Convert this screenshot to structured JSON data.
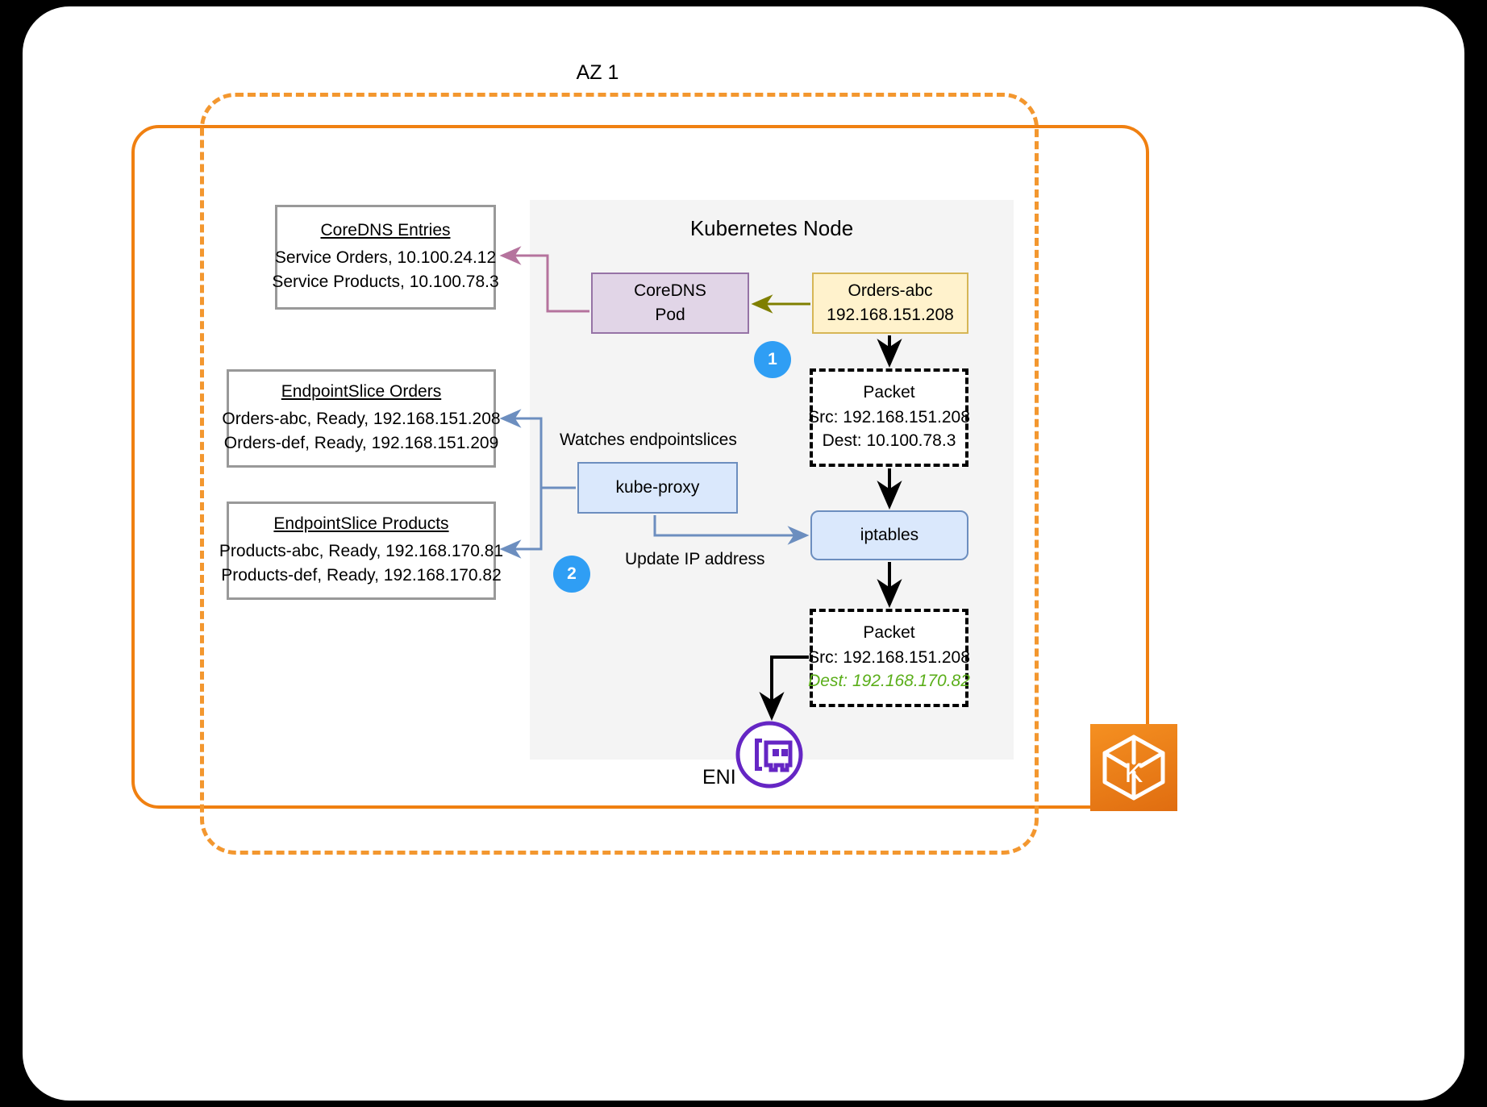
{
  "diagram": {
    "az_label": "AZ 1",
    "node_title": "Kubernetes Node"
  },
  "boxes": {
    "coredns_entries": {
      "title": "CoreDNS Entries",
      "lines": [
        "Service Orders, 10.100.24.12",
        "Service Products, 10.100.78.3"
      ]
    },
    "endpointslice_orders": {
      "title": "EndpointSlice Orders",
      "lines": [
        "Orders-abc, Ready, 192.168.151.208",
        "Orders-def, Ready, 192.168.151.209"
      ]
    },
    "endpointslice_products": {
      "title": "EndpointSlice Products",
      "lines": [
        "Products-abc, Ready, 192.168.170.81",
        "Products-def, Ready, 192.168.170.82"
      ]
    },
    "coredns_pod": {
      "line1": "CoreDNS",
      "line2": "Pod"
    },
    "orders_abc": {
      "line1": "Orders-abc",
      "line2": "192.168.151.208"
    },
    "kube_proxy": {
      "label": "kube-proxy"
    },
    "iptables": {
      "label": "iptables"
    }
  },
  "packets": {
    "packet_1": {
      "title": "Packet",
      "src": "Src: 192.168.151.208",
      "dest": "Dest: 10.100.78.3"
    },
    "packet_2": {
      "title": "Packet",
      "src": "Src: 192.168.151.208",
      "dest": "Dest: 192.168.170.82"
    }
  },
  "steps": [
    {
      "number": "1"
    },
    {
      "number": "2"
    }
  ],
  "labels": {
    "watches_endpointslices": "Watches endpointslices",
    "update_ip_address": "Update IP address",
    "eni": "ENI"
  },
  "colors": {
    "orange_solid": "#f08011",
    "orange_dashed": "#f3972f",
    "purple_fill": "#e1d5e7",
    "purple_stroke": "#9673a6",
    "yellow_fill": "#fff2cc",
    "yellow_stroke": "#d6b656",
    "blue_fill": "#dae8fc",
    "blue_stroke": "#6c8ebf",
    "step_badge": "#2f9ef4",
    "highlight_green": "#5aae19",
    "node_panel": "#f4f4f4",
    "eni_purple": "#6526c4",
    "eks_orange": "#e8761d",
    "arrow_olive": "#7f7f00",
    "arrow_pink": "#b5739d",
    "arrow_blue": "#6c8ebf"
  }
}
